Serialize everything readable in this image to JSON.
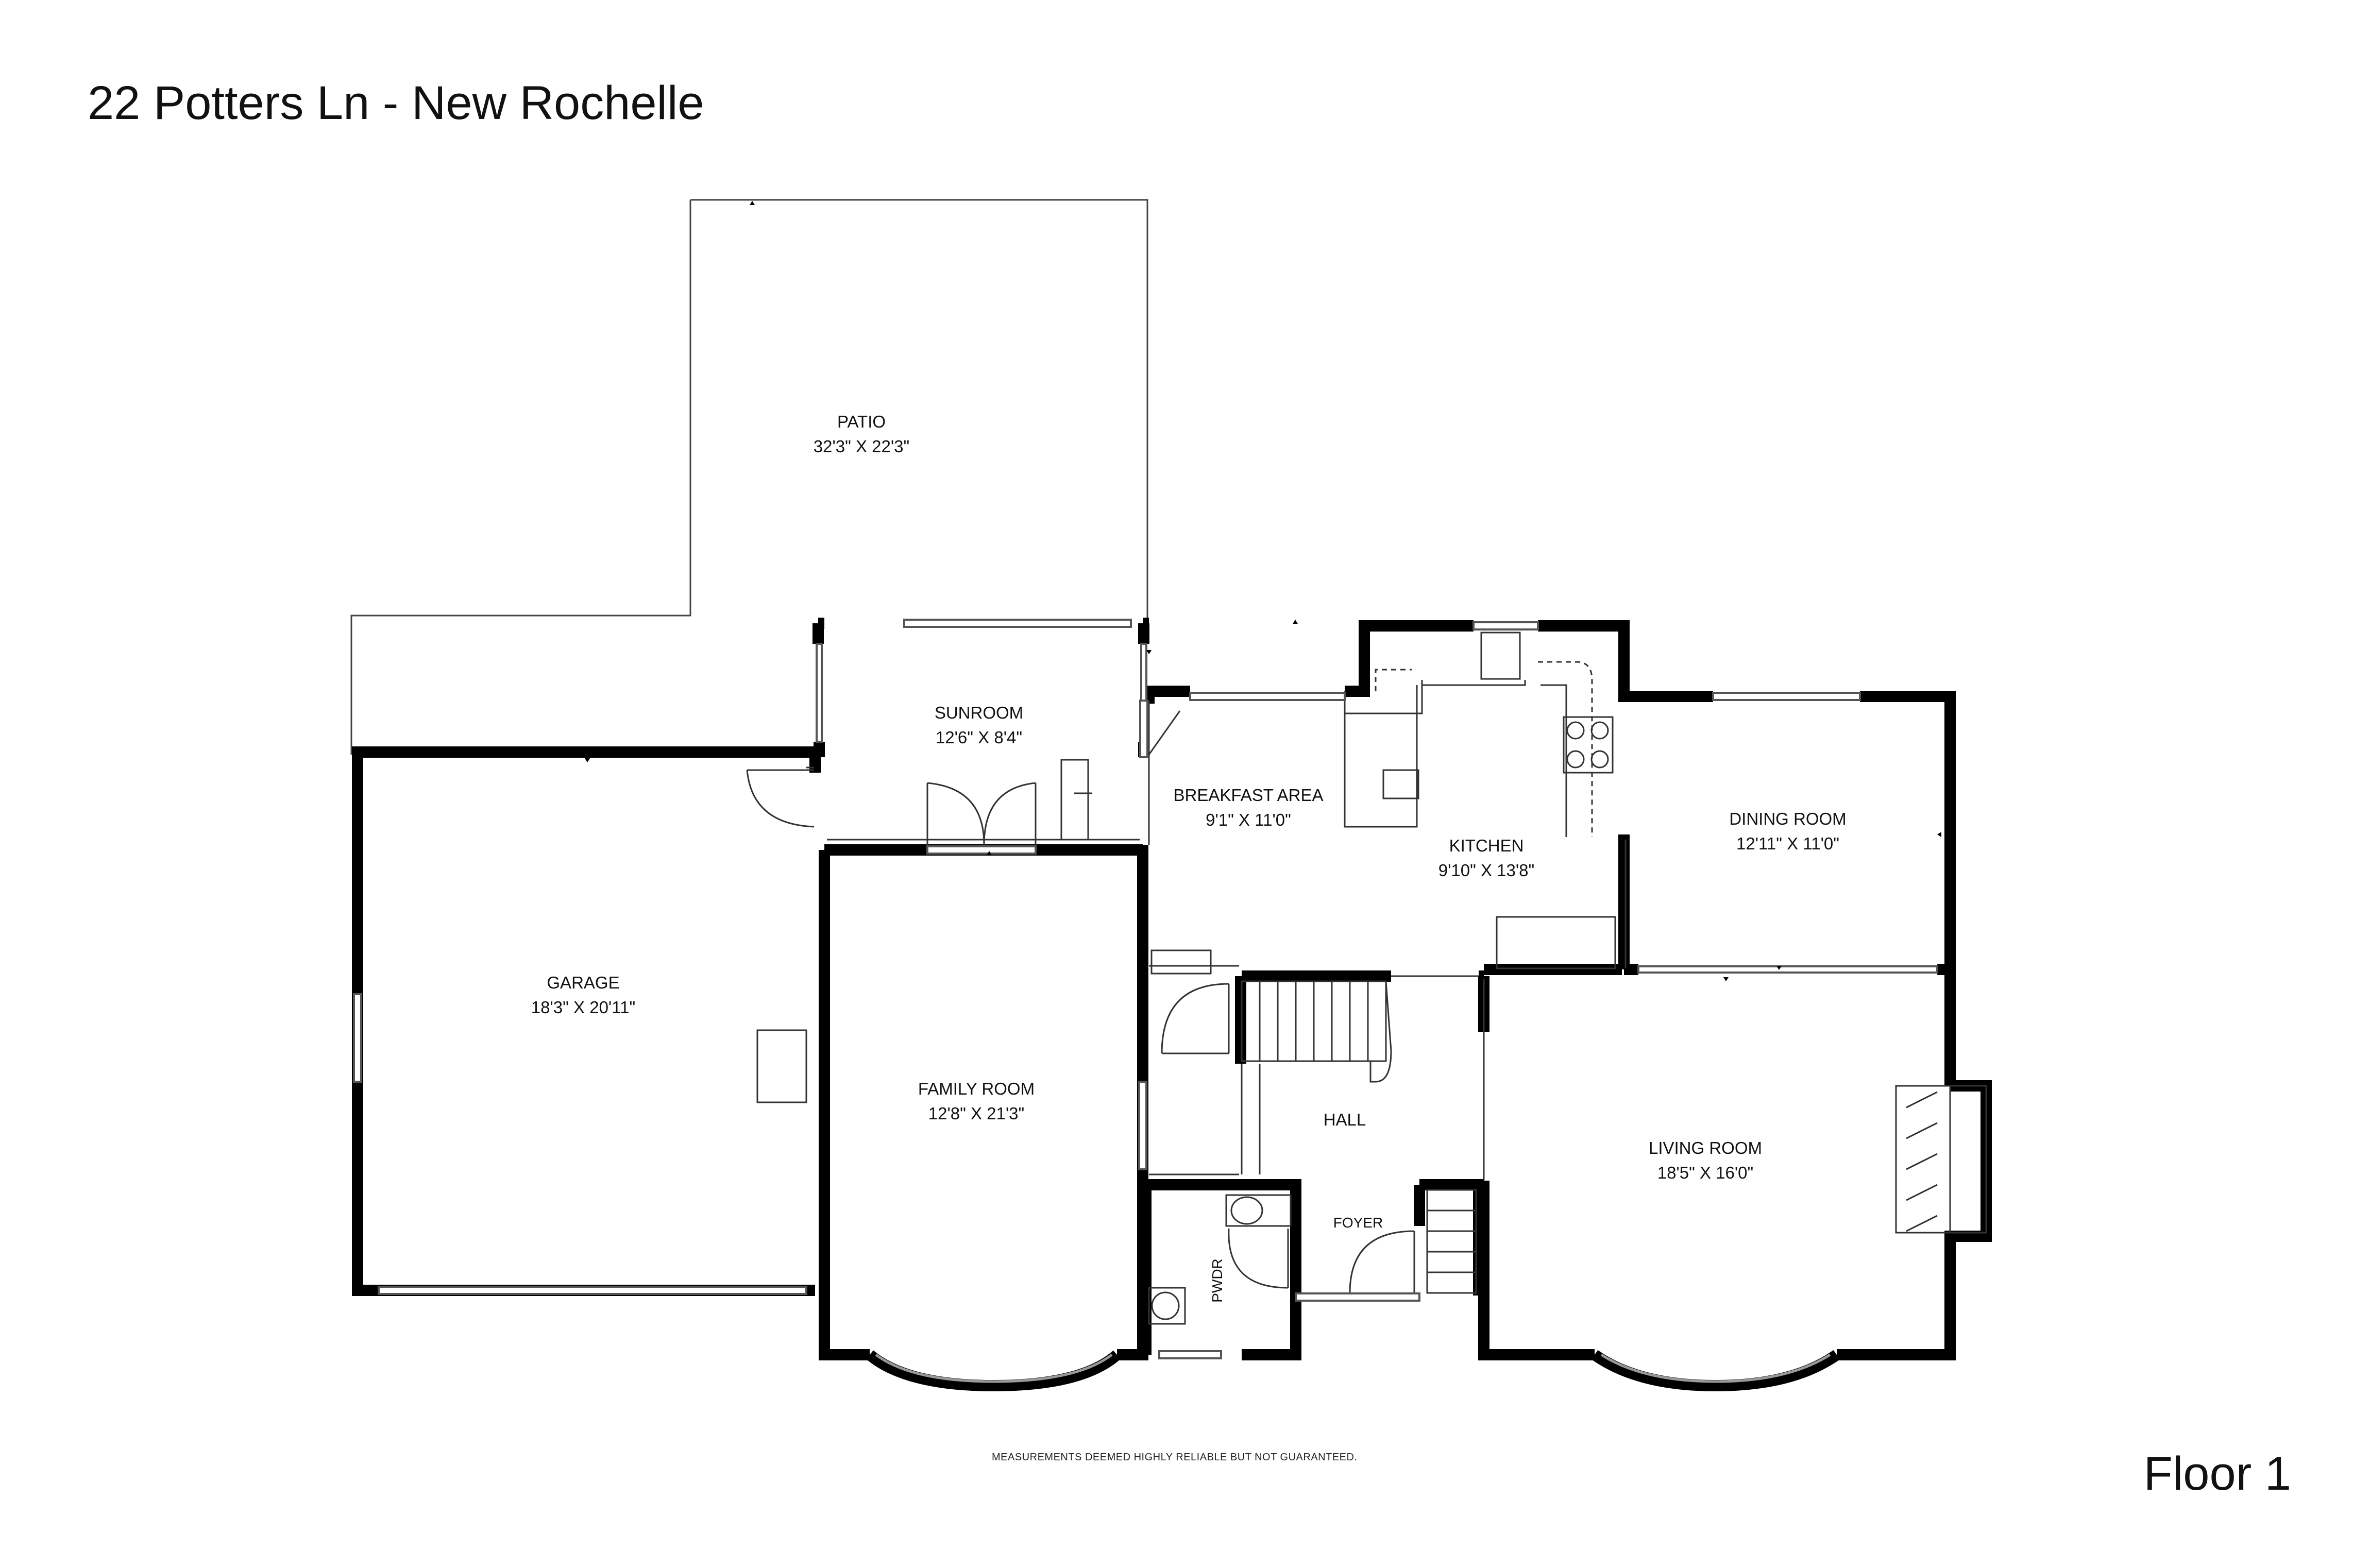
{
  "header": {
    "title": "22 Potters Ln - New Rochelle"
  },
  "footer": {
    "disclaimer": "MEASUREMENTS DEEMED HIGHLY RELIABLE BUT NOT GUARANTEED.",
    "floor_label": "Floor 1"
  },
  "rooms": {
    "patio": {
      "name": "PATIO",
      "dims": "32'3\" X 22'3\""
    },
    "sunroom": {
      "name": "SUNROOM",
      "dims": "12'6\" X 8'4\""
    },
    "breakfast": {
      "name": "BREAKFAST AREA",
      "dims": "9'1\" X 11'0\""
    },
    "kitchen": {
      "name": "KITCHEN",
      "dims": "9'10\" X 13'8\""
    },
    "dining": {
      "name": "DINING ROOM",
      "dims": "12'11\" X 11'0\""
    },
    "garage": {
      "name": "GARAGE",
      "dims": "18'3\" X 20'11\""
    },
    "family": {
      "name": "FAMILY ROOM",
      "dims": "12'8\" X 21'3\""
    },
    "hall": {
      "name": "HALL"
    },
    "living": {
      "name": "LIVING ROOM",
      "dims": "18'5\" X 16'0\""
    },
    "foyer": {
      "name": "FOYER"
    },
    "pwdr": {
      "name": "PWDR"
    }
  },
  "colors": {
    "wall": "#000000",
    "line": "#333333",
    "window": "#9a9a9a",
    "background": "#ffffff"
  }
}
